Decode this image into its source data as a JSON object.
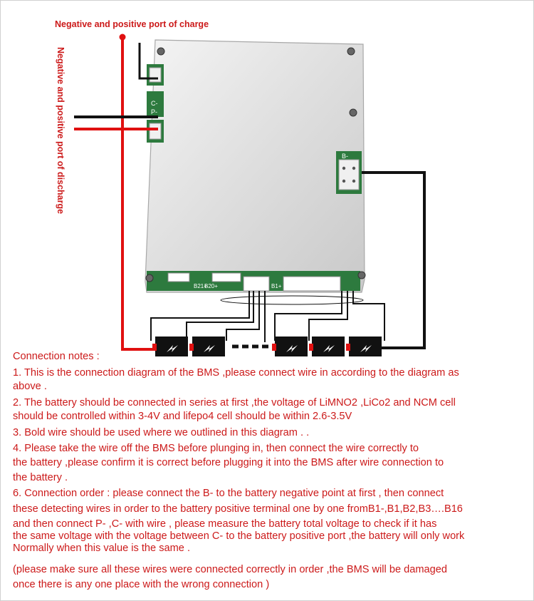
{
  "labels": {
    "charge_port": "Negative and positive port of charge",
    "discharge_port": "Negative and positive port of discharge"
  },
  "board": {
    "port_label_b": "B-",
    "port_label_p": "P-",
    "port_label_c": "C-",
    "connector_label_b20": "B20+",
    "connector_label_b21": "B21+",
    "connector_label_b1": "B1+"
  },
  "notes": [
    "Connection notes :",
    "1.  This is the connection diagram of the BMS ,please connect wire in according to the diagram as",
    " above .",
    "2.  The battery should be connected in series at first ,the voltage of LiMNO2 ,LiCo2 and NCM cell",
    " should be controlled within 3-4V and lifepo4 cell should be within 2.6-3.5V",
    "3.  Bold wire should be used where we outlined in this diagram . .",
    "4.  Please take the wire off the BMS before plunging in, then connect the wire correctly to",
    "the battery ,please confirm it is correct before plugging it into the BMS after wire connection to",
    " the battery .",
    "6.  Connection order : please connect the B- to the battery negative point at first , then connect",
    "these detecting wires in order to the battery positive terminal one by one fromB1-,B1,B2,B3….B16",
    " and then connect P- ,C- with wire ,  please measure the battery total voltage to check if it has",
    "the same voltage with the voltage between C- to the battery positive port ,the battery will only work",
    "Normally  when this value is the same .",
    "(please make sure all these wires were connected correctly in order ,the BMS will be damaged",
    "once there is any one  place with the wrong connection )"
  ],
  "colors": {
    "text_red": "#cc1a1a",
    "wire_red": "#e01010",
    "wire_black": "#111111",
    "board_silver": "#dcdcdc"
  }
}
